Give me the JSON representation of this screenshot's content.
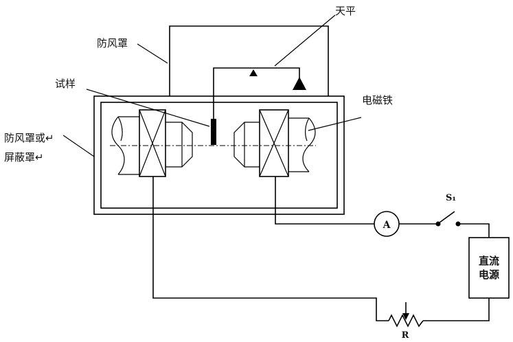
{
  "labels": {
    "balance": "天平",
    "windshield_top": "防风罩",
    "sample": "试样",
    "electromagnet": "电磁铁",
    "windshield_or_shield_line1": "防风罩或↵",
    "windshield_or_shield_line2": "屏蔽罩↵",
    "switch": "S₁",
    "ammeter": "A",
    "dc_source_line1": "直流",
    "dc_source_line2": "电源",
    "rheostat": "R"
  }
}
